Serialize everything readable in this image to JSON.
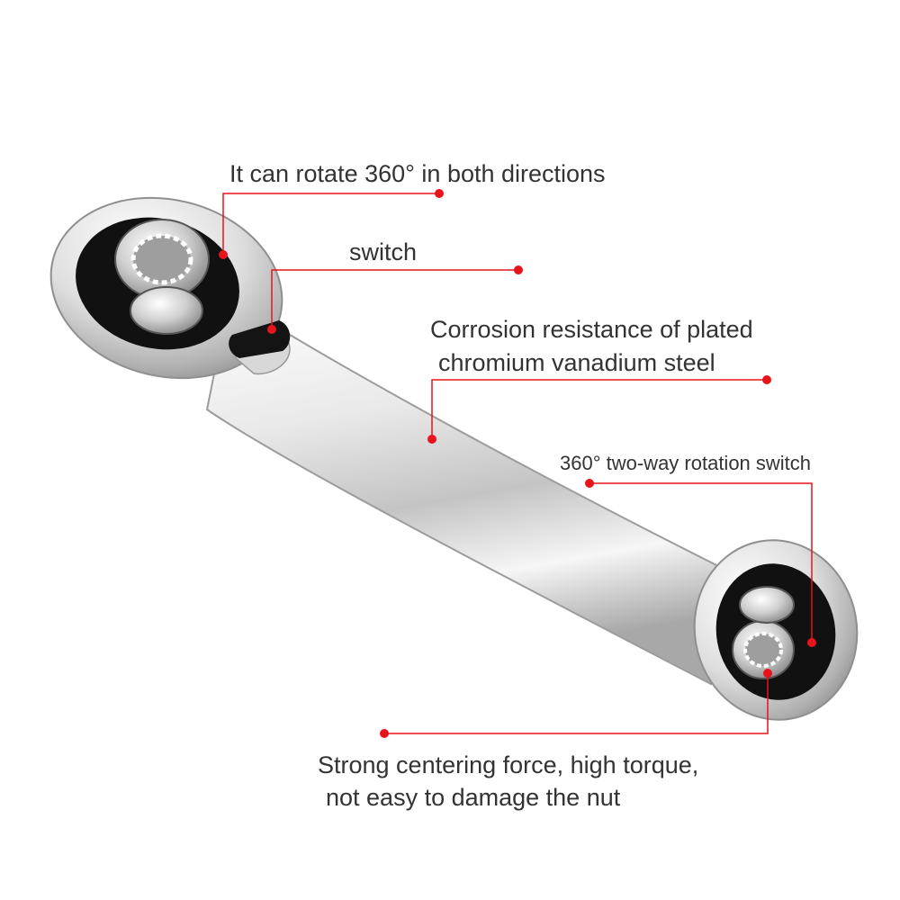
{
  "colors": {
    "callout_red": "#e8141c",
    "text": "#333333",
    "chrome_light": "#f4f4f4",
    "chrome_dark": "#9a9a9a",
    "socket_black": "#111111"
  },
  "callouts": {
    "rotate": "It can rotate 360° in both directions",
    "switch": "switch",
    "corrosion_line1": "Corrosion resistance of plated",
    "corrosion_line2": "chromium vanadium steel",
    "two_way": "360° two-way rotation switch",
    "strong_line1": "Strong centering force, high torque,",
    "strong_line2": "not easy to damage the nut"
  }
}
